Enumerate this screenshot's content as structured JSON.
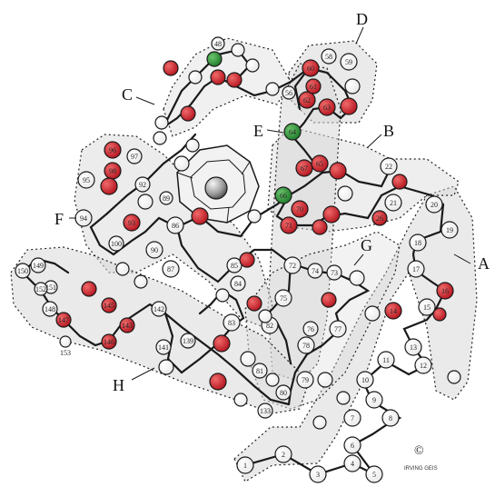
{
  "helix_labels": [
    "A",
    "B",
    "C",
    "D",
    "E",
    "F",
    "G",
    "H"
  ],
  "residue_numbers": [
    "1",
    "2",
    "3",
    "4",
    "5",
    "6",
    "7",
    "8",
    "9",
    "10",
    "11",
    "12",
    "13",
    "14",
    "15",
    "16",
    "17",
    "18",
    "19",
    "20",
    "21",
    "22",
    "26",
    "48",
    "56",
    "58",
    "59",
    "60",
    "61",
    "62",
    "63",
    "64",
    "65",
    "66",
    "67",
    "70",
    "71",
    "72",
    "73",
    "74",
    "75",
    "76",
    "77",
    "78",
    "79",
    "80",
    "81",
    "82",
    "83",
    "84",
    "85",
    "86",
    "87",
    "89",
    "90",
    "92",
    "93",
    "94",
    "95",
    "96",
    "97",
    "98",
    "100",
    "133",
    "139",
    "141",
    "142",
    "143",
    "145",
    "146",
    "147",
    "148",
    "149",
    "150",
    "151",
    "152",
    "153"
  ],
  "credit": {
    "copyright": "©",
    "signature": "IRVING GEIS"
  },
  "colors": {
    "background": "#ffffff",
    "ink": "#1a1a1a",
    "helix_shade": "#d9d9d9",
    "residue_plain": "#ffffff",
    "residue_red": "#d62935",
    "residue_green": "#2f9a3b"
  }
}
